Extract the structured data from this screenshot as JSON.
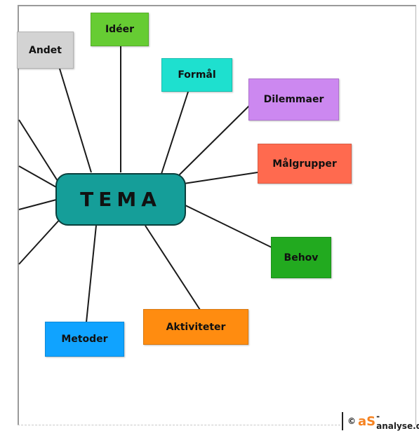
{
  "center": {
    "label": "TEMA"
  },
  "nodes": [
    {
      "id": "andet",
      "label": "Andet",
      "color": "#d3d3d3"
    },
    {
      "id": "ideer",
      "label": "Idéer",
      "color": "#66cc33"
    },
    {
      "id": "formal",
      "label": "Formål",
      "color": "#1ee0cf"
    },
    {
      "id": "dilemmaer",
      "label": "Dilemmaer",
      "color": "#cc88f0"
    },
    {
      "id": "malgrupper",
      "label": "Målgrupper",
      "color": "#ff6a4f"
    },
    {
      "id": "behov",
      "label": "Behov",
      "color": "#22aa1f"
    },
    {
      "id": "aktiviteter",
      "label": "Aktiviteter",
      "color": "#ff8c10"
    },
    {
      "id": "metoder",
      "label": "Metoder",
      "color": "#10a3ff"
    }
  ],
  "footer": {
    "copyright": "©",
    "brand": "aS",
    "domain": "-analyse.dk"
  }
}
